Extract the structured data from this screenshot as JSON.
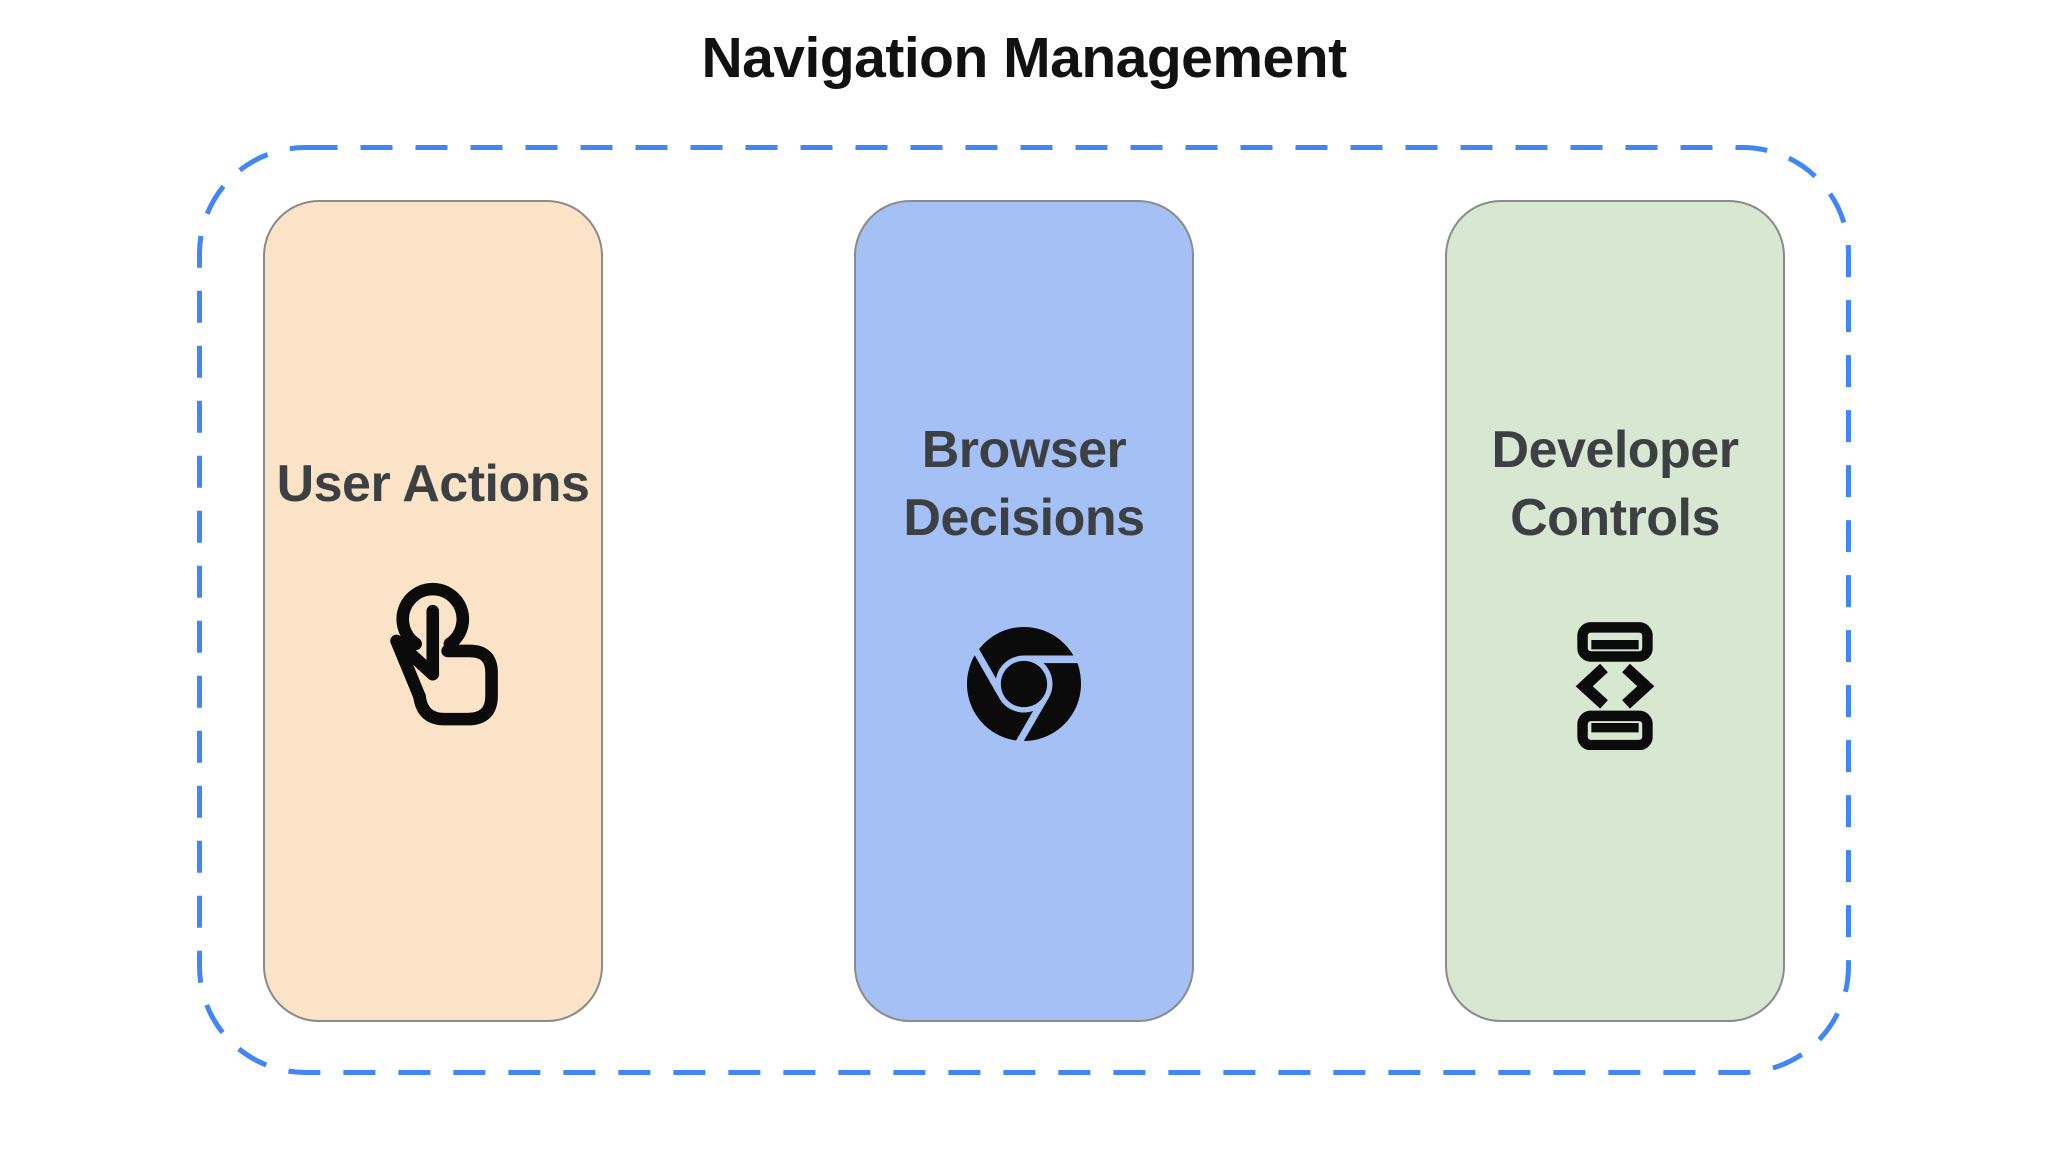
{
  "title": "Navigation Management",
  "group": {
    "border_color": "#4285F4"
  },
  "cards": [
    {
      "label": "User Actions",
      "icon": "touch-gesture-icon",
      "color": "#FBE3C8"
    },
    {
      "label": "Browser Decisions",
      "icon": "chrome-browser-icon",
      "color": "#A4C0F4"
    },
    {
      "label": "Developer Controls",
      "icon": "developer-mode-icon",
      "color": "#D7E7D2"
    }
  ],
  "styles": {
    "title_color": "#111111",
    "label_color": "#3C4043",
    "icon_color": "#0B0B0B",
    "card_border_color": "#8B8B8B"
  }
}
